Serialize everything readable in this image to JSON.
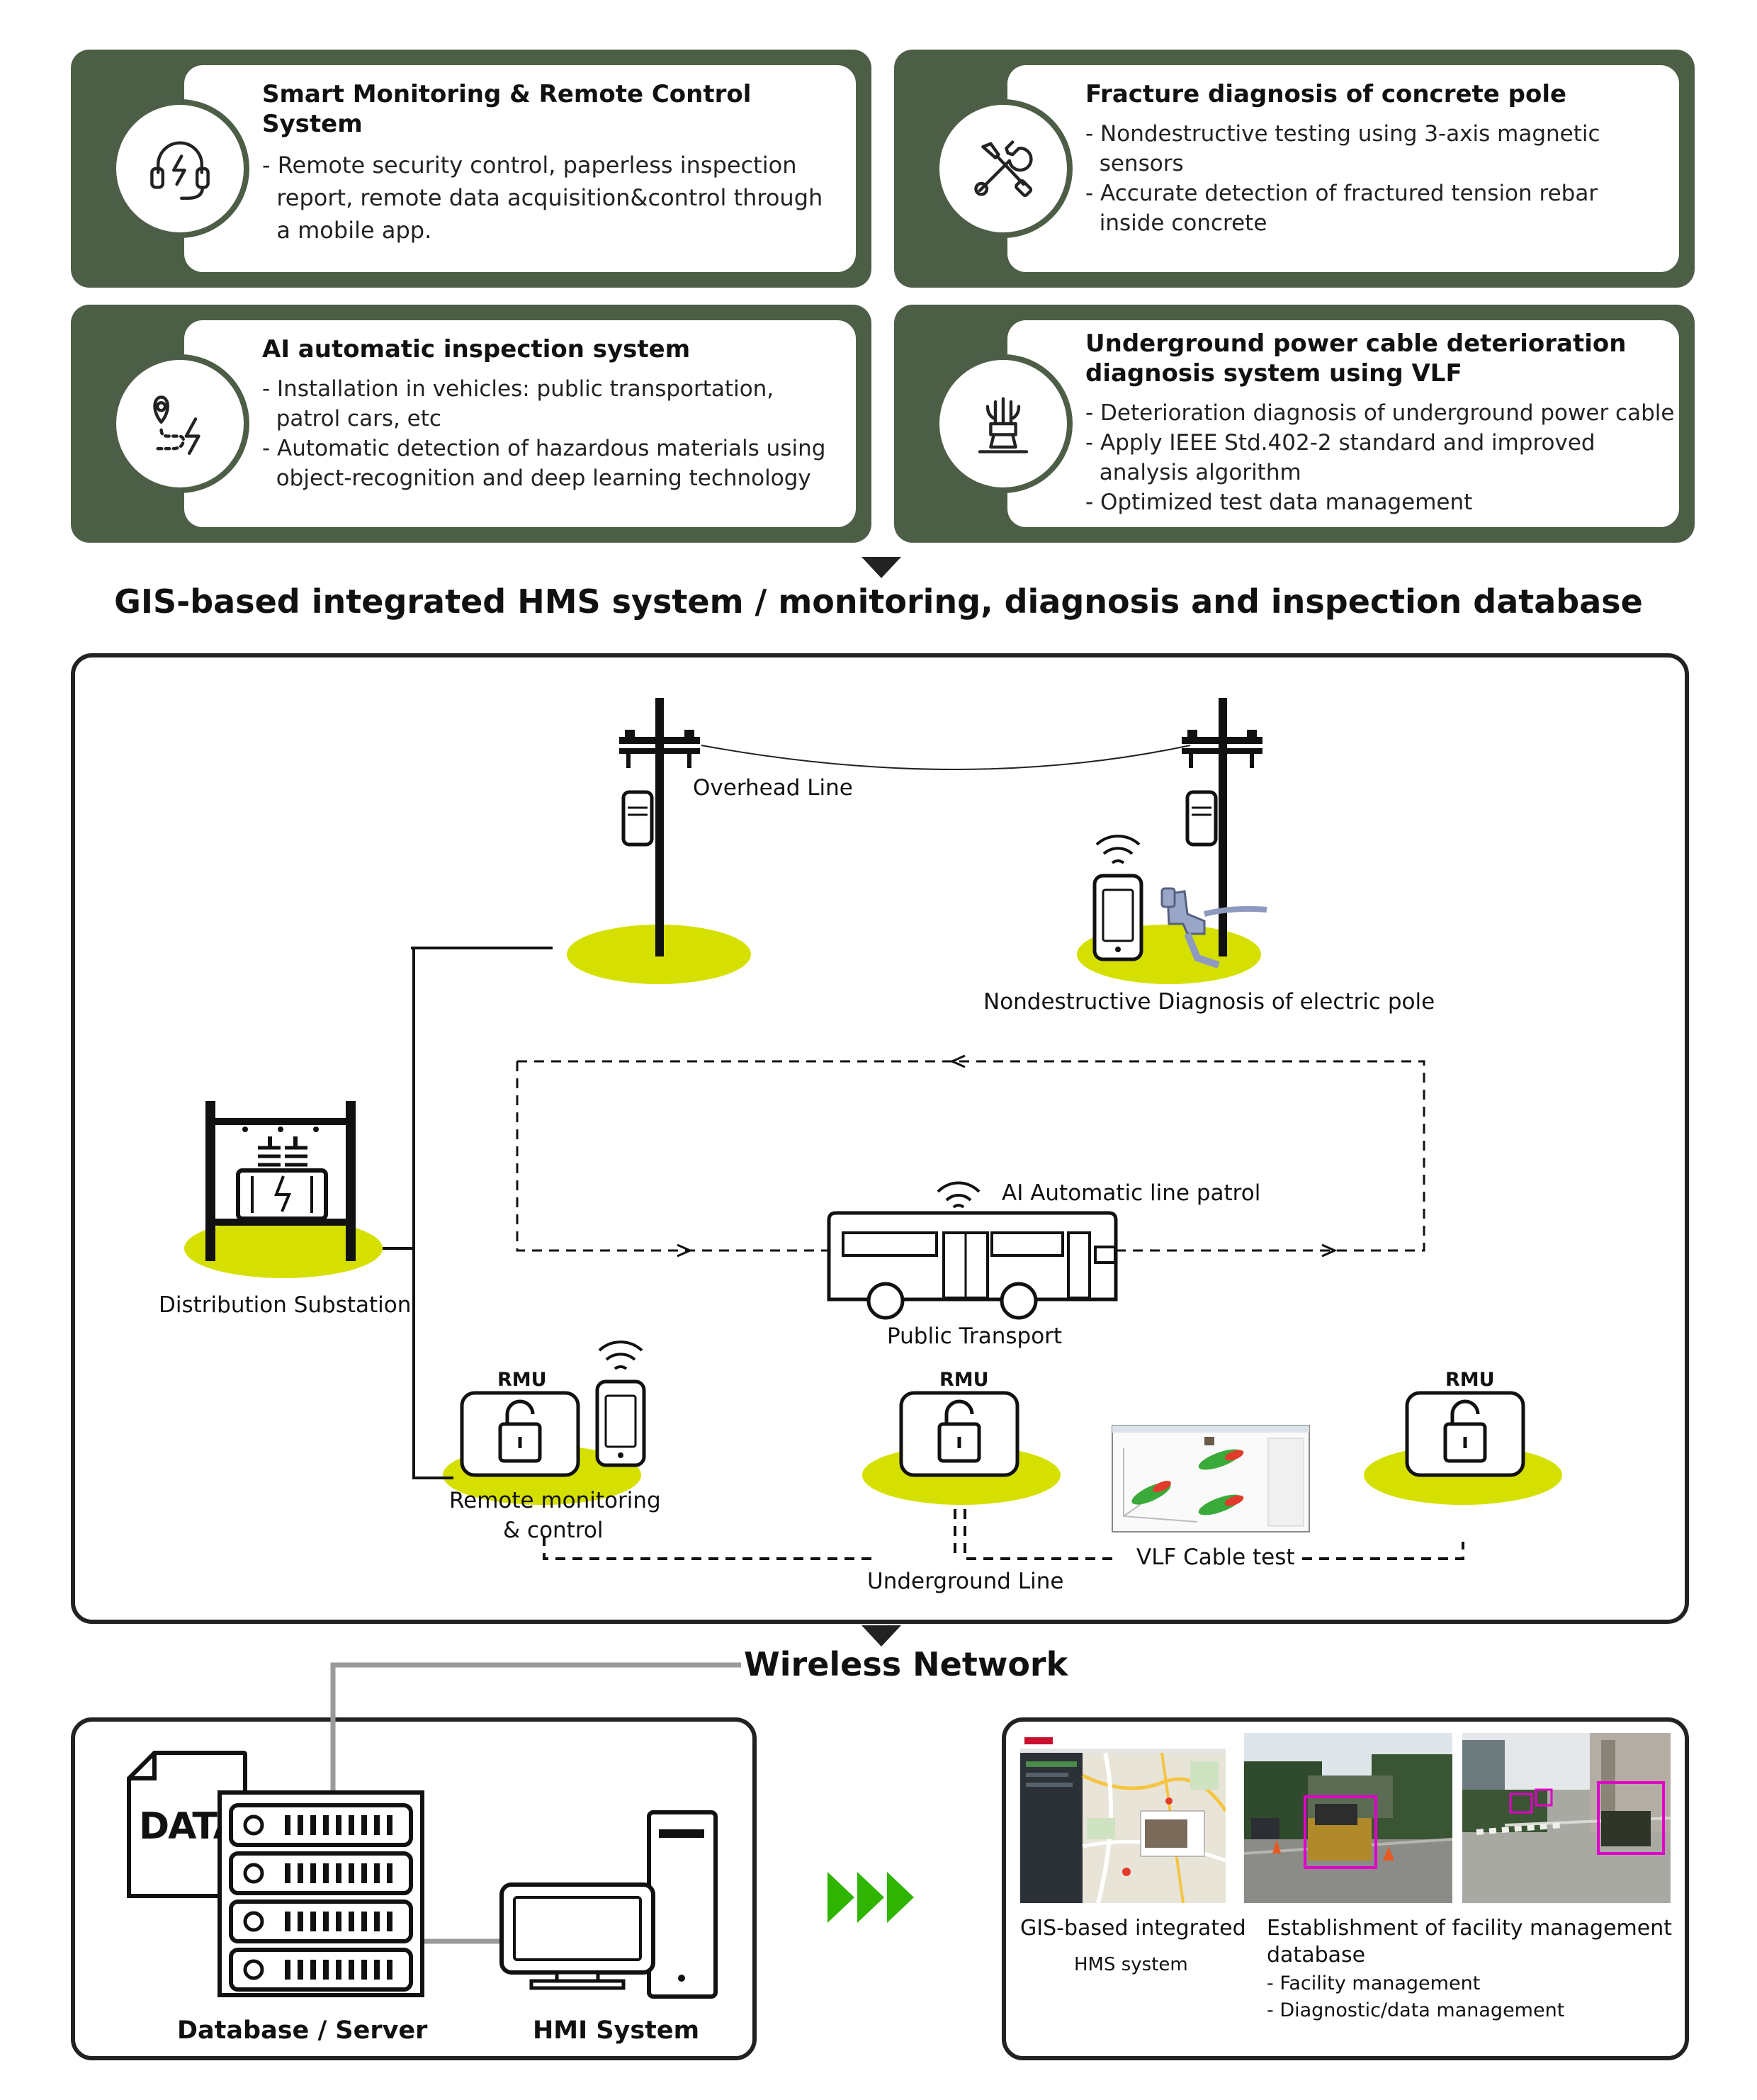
{
  "cards": [
    {
      "title": "Smart Monitoring & Remote Control System",
      "lines": [
        "- Remote security control, paperless inspection",
        "  report, remote data acquisition&control through",
        "  a mobile app."
      ],
      "icon": "headset-lightning-icon"
    },
    {
      "title": "Fracture diagnosis of concrete pole",
      "lines": [
        "- Nondestructive testing using 3-axis magnetic",
        "  sensors",
        "- Accurate detection of fractured tension rebar",
        "  inside concrete"
      ],
      "icon": "tools-icon"
    },
    {
      "title": "AI automatic inspection system",
      "lines": [
        "- Installation in vehicles: public transportation,",
        "  patrol cars, etc",
        "- Automatic detection of hazardous materials using",
        "  object-recognition and deep learning technology"
      ],
      "icon": "location-route-icon"
    },
    {
      "title": "Underground power cable deterioration",
      "title2": "diagnosis system using VLF",
      "lines": [
        "- Deterioration diagnosis of underground power cable",
        "- Apply IEEE Std.402-2 standard and improved",
        "  analysis algorithm",
        "- Optimized test data management"
      ],
      "icon": "cable-icon"
    }
  ],
  "headline": "GIS-based integrated HMS system / monitoring, diagnosis and inspection database",
  "diagram": {
    "overhead_line": "Overhead Line",
    "nondestructive": "Nondestructive Diagnosis of electric pole",
    "ai_patrol": "AI Automatic line patrol",
    "substation": "Distribution Substation",
    "public_transport": "Public Transport",
    "rmu": "RMU",
    "remote_monitoring": "Remote monitoring",
    "and_control": "& control",
    "vlf_test": "VLF Cable test",
    "underground_line": "Underground Line"
  },
  "wireless_network": "Wireless Network",
  "bottom_left": {
    "data_text": "DATA",
    "database_server": "Database / Server",
    "hmi_system": "HMI System"
  },
  "bottom_right": {
    "gis_caption_1": "GIS-based integrated",
    "gis_caption_2": "HMS system",
    "est_caption_1": "Establishment of facility management",
    "est_caption_2": "database",
    "est_item_1": "- Facility management",
    "est_item_2": "- Diagnostic/data management"
  },
  "colors": {
    "card_green": "#4d5e47",
    "highlight_yellow": "#d6e000",
    "arrow_green": "#2fb400"
  }
}
